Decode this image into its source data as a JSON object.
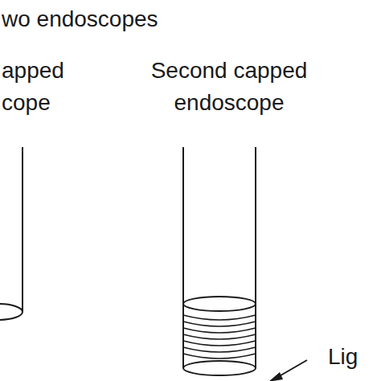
{
  "diagram": {
    "title": "wo endoscopes",
    "labels": [
      "apped cope",
      "Second capped endoscope",
      "Lig"
    ]
  }
}
